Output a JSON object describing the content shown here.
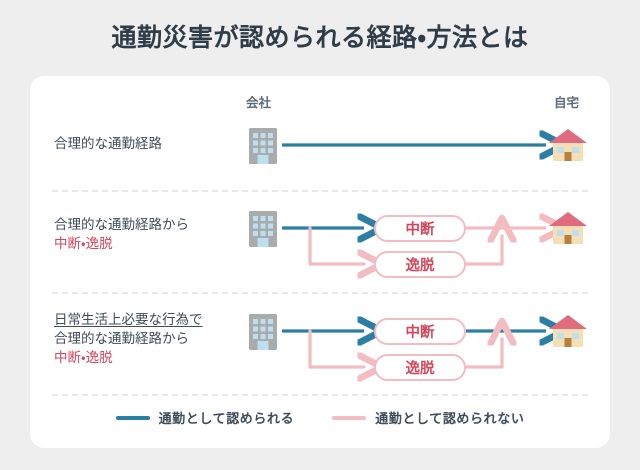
{
  "page": {
    "title": "通勤災害が認められる経路・方法とは",
    "background_color": "#eeeeee",
    "card_color": "#ffffff"
  },
  "colors": {
    "accent_blue": "#2b7fa4",
    "accent_pink": "#f3bcc1",
    "red_text": "#d6465a",
    "dark_text": "#3d4d5a",
    "muted_text": "#5c6b78",
    "separator": "#e8e8e8",
    "building_body": "#a9abad",
    "building_window": "#bde0ef",
    "house_roof": "#e06a7e",
    "house_body": "#f7dfb5",
    "house_window": "#bde0ef",
    "house_door": "#b5813c"
  },
  "endpoints": {
    "start_label": "会社",
    "end_label": "自宅",
    "start_icon": "office-building-icon",
    "end_icon": "house-icon"
  },
  "rows": [
    {
      "id": "row-1",
      "description_lines": [
        {
          "text": "合理的な通勤経路",
          "color": "dark",
          "underline": false
        }
      ],
      "boxes": [],
      "route": "direct-blue"
    },
    {
      "id": "row-2",
      "description_lines": [
        {
          "text": "合理的な通勤経路から",
          "color": "dark",
          "underline": false
        },
        {
          "text": "中断・逸脱",
          "color": "red",
          "underline": false
        }
      ],
      "boxes": [
        {
          "label": "中断"
        },
        {
          "label": "逸脱"
        }
      ],
      "route": "branch-blue-in-pink-out"
    },
    {
      "id": "row-3",
      "description_lines": [
        {
          "text": "日常生活上必要な行為で",
          "color": "dark",
          "underline": true
        },
        {
          "text": "合理的な通勤経路から",
          "color": "dark",
          "underline": false
        },
        {
          "text": "中断・逸脱",
          "color": "red",
          "underline": false
        }
      ],
      "boxes": [
        {
          "label": "中断"
        },
        {
          "label": "逸脱"
        }
      ],
      "route": "branch-blue-in-blue-out"
    }
  ],
  "legend": {
    "items": [
      {
        "swatch": "blue",
        "label": "通勤として認められる"
      },
      {
        "swatch": "pink",
        "label": "通勤として認められない"
      }
    ]
  }
}
